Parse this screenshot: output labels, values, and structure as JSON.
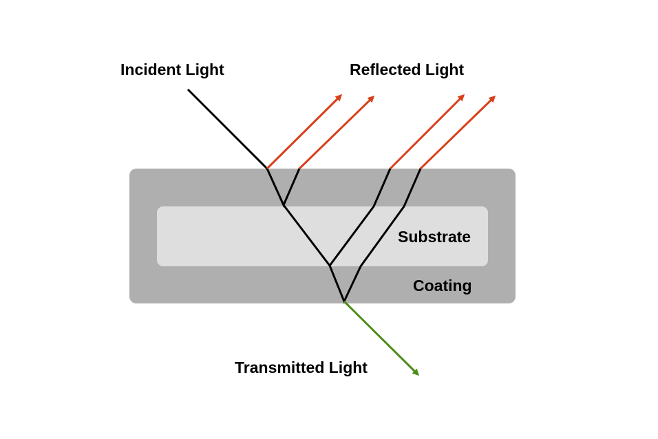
{
  "labels": {
    "incident": "Incident Light",
    "reflected": "Reflected Light",
    "substrate": "Substrate",
    "coating": "Coating",
    "transmitted": "Transmitted Light"
  },
  "colors": {
    "coating": "#afafaf",
    "substrate": "#dedede",
    "reflected": "#d9401a",
    "transmitted": "#4d8c1a",
    "ray": "#000000"
  }
}
